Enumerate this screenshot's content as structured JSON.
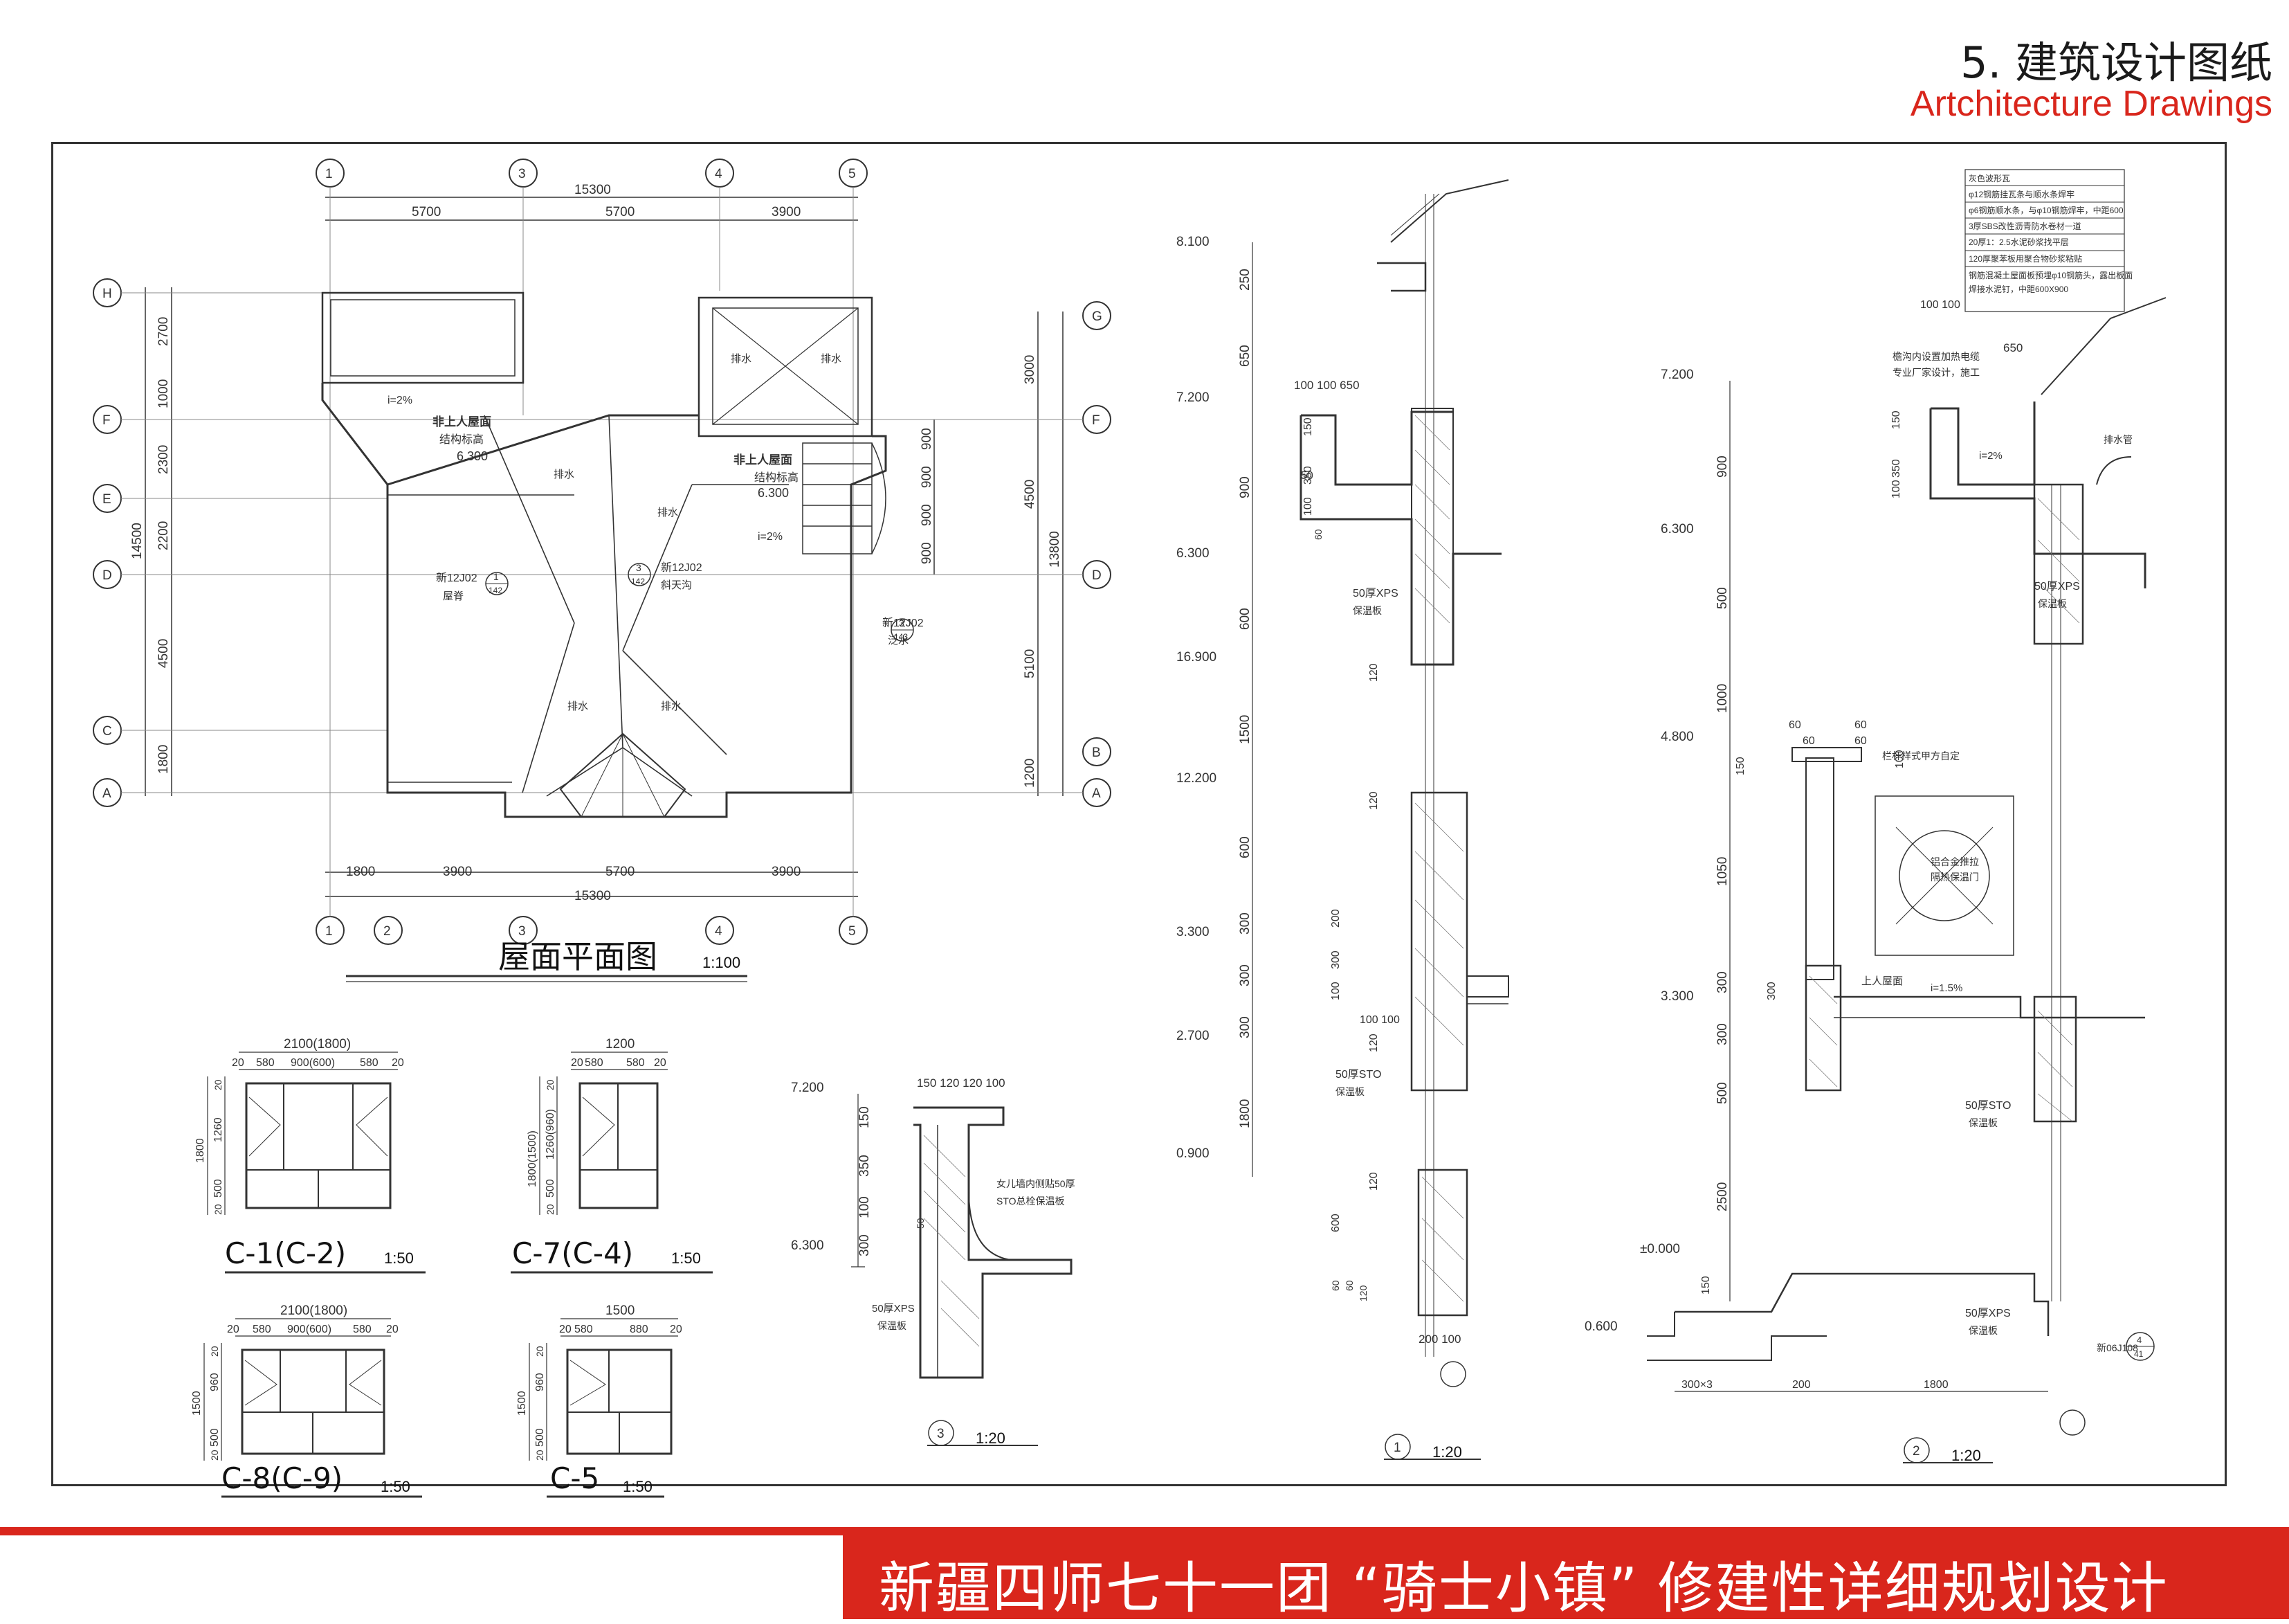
{
  "header": {
    "title_cn": "5. 建筑设计图纸",
    "title_en": "Artchitecture Drawings"
  },
  "footer": {
    "title": "新疆四师七十一团 “骑士小镇” 修建性详细规划设计"
  },
  "colors": {
    "accent": "#d9261c",
    "line": "#333333"
  },
  "roof_plan": {
    "title": "屋面平面图",
    "scale": "1:100",
    "axes_top": [
      "1",
      "3",
      "4",
      "5"
    ],
    "axes_bottom": [
      "1",
      "2",
      "3",
      "4",
      "5"
    ],
    "axes_left": [
      "H",
      "F",
      "E",
      "D",
      "C",
      "A"
    ],
    "axes_right": [
      "G",
      "F",
      "D",
      "B",
      "A"
    ],
    "dims_top": [
      "5700",
      "5700",
      "3900"
    ],
    "dim_top_total": "15300",
    "dims_bottom": [
      "1800",
      "3900",
      "5700",
      "3900"
    ],
    "dim_bottom_total": "15300",
    "dims_left": [
      "2700",
      "1000",
      "2300",
      "2200",
      "4500",
      "1800"
    ],
    "dim_left_total": "14500",
    "dims_right": [
      "3000",
      "4500",
      "5100",
      "1200"
    ],
    "dim_right_total": "13800",
    "dims_right_inner": [
      "900",
      "900",
      "900",
      "900"
    ],
    "labels": {
      "non_roof_1": "非上人屋面",
      "struct_1": "结构标高",
      "elev_1": "6.300",
      "non_roof_2": "非上人屋面",
      "struct_2": "结构标高",
      "elev_2": "6.300",
      "drain": "排水",
      "slope": "i=2%",
      "ref1": "新12J02",
      "ref1_sub": "屋脊",
      "ref2": "新12J02",
      "ref2_sub": "斜天沟",
      "ref3": "新12J02",
      "ref3_sub": "泛水",
      "idx1_top": "1",
      "idx1_bot": "142",
      "idx2_top": "3",
      "idx2_bot": "142",
      "idx3_top": "3",
      "idx3_bot": "143"
    }
  },
  "windows": [
    {
      "id": "C-1(C-2)",
      "scale": "1:50",
      "width": "2100(1800)",
      "sub": [
        "20",
        "580",
        "900(600)",
        "580",
        "20"
      ],
      "height": "1800",
      "vsub": [
        "20",
        "1260",
        "500",
        "20"
      ]
    },
    {
      "id": "C-7(C-4)",
      "scale": "1:50",
      "width": "1200",
      "sub": [
        "20",
        "580",
        "580",
        "20"
      ],
      "height": "1800(1500)",
      "vsub": [
        "20",
        "1260(960)",
        "500",
        "20"
      ]
    },
    {
      "id": "C-8(C-9)",
      "scale": "1:50",
      "width": "2100(1800)",
      "sub": [
        "20",
        "580",
        "900(600)",
        "580",
        "20"
      ],
      "height": "1500",
      "vsub": [
        "20",
        "960",
        "500",
        "20"
      ]
    },
    {
      "id": "C-5",
      "scale": "1:50",
      "width": "1500",
      "sub": [
        "20",
        "580",
        "880",
        "20"
      ],
      "height": "1500",
      "vsub": [
        "20",
        "960",
        "500",
        "20"
      ]
    }
  ],
  "detail3": {
    "index": "3",
    "scale": "1:20",
    "elev_top": "7.200",
    "elev_low": "6.300",
    "dims_top": "150 120 120 100",
    "vdims": [
      "150",
      "350",
      "100",
      "300"
    ],
    "note1": "女儿墙内侧贴50厚",
    "note2": "STO总栓保温板",
    "xps": "50厚XPS",
    "xps_sub": "保温板",
    "dim50": "50"
  },
  "detail1": {
    "index": "1",
    "scale": "1:20",
    "elevations": [
      "8.100",
      "7.200",
      "6.300",
      "16.900",
      "12.200",
      "3.300",
      "2.700",
      "0.900"
    ],
    "vdims": [
      "250",
      "650",
      "900",
      "600",
      "1500",
      "600",
      "300",
      "300",
      "300",
      "1800"
    ],
    "dims_top": "100 100   650",
    "inner_dims": [
      "150",
      "350",
      "100",
      "50",
      "60",
      "120",
      "120",
      "200",
      "300",
      "100",
      "120",
      "120",
      "600",
      "60",
      "60",
      "120"
    ],
    "dim100": "100 100",
    "xps": "50厚XPS",
    "xps_sub": "保温板",
    "sto": "50厚STO",
    "sto_sub": "保温板",
    "bottom_dims": "200 100"
  },
  "detail2": {
    "index": "2",
    "scale": "1:20",
    "elevations": [
      "7.200",
      "6.300",
      "4.800",
      "3.300",
      "±0.000",
      "0.600"
    ],
    "vdims": [
      "900",
      "500",
      "1000",
      "1050",
      "300",
      "300",
      "500",
      "2500"
    ],
    "inner_dims": [
      "150",
      "350",
      "100",
      "150",
      "300",
      "150"
    ],
    "notes": [
      "灰色波形瓦",
      "φ12钢筋挂瓦条与顺水条焊牢",
      "φ6钢筋顺水条，与φ10钢筋焊牢，中距600",
      "3厚SBS改性沥青防水卷材一道",
      "20厚1：2.5水泥砂浆找平层",
      "120厚聚苯板用聚合物砂浆粘贴",
      "钢筋混凝土屋面板预埋φ10钢筋头，露出板面",
      "焊接水泥钉，中距600X900"
    ],
    "dims_top": "100 100",
    "dim650": "650",
    "note_gutter": "檐沟内设置加热电缆",
    "note_gutter2": "专业厂家设计，施工",
    "slope": "i=2%",
    "drainpipe": "排水管",
    "xps": "50厚XPS",
    "xps_sub": "保温板",
    "sto": "50厚STO",
    "sto_sub": "保温板",
    "xps2": "50厚XPS",
    "xps2_sub": "保温板",
    "note_rail": "栏杆样式甲方自定",
    "note_door1": "铝合金推拉",
    "note_door2": "隔热保温门",
    "up_roof": "上人屋面",
    "slope2": "i=1.5%",
    "dims_60": [
      "60",
      "60",
      "60",
      "60"
    ],
    "dim100": "100",
    "bottom_dims": [
      "300×3",
      "200",
      "1800"
    ],
    "ref": "新06J108",
    "ref_idx_top": "4",
    "ref_idx_bot": "41"
  }
}
